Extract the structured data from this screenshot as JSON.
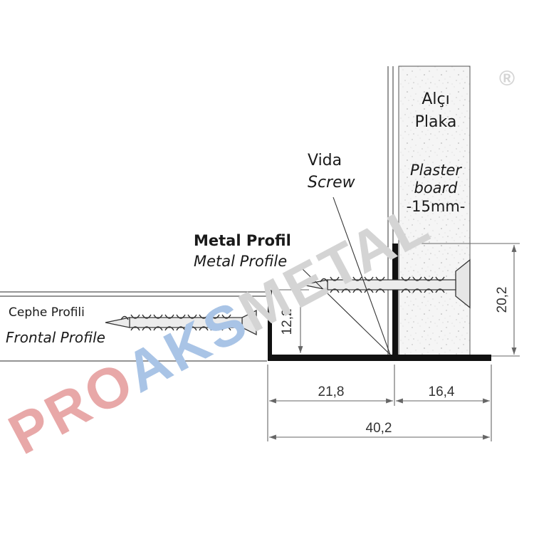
{
  "labels": {
    "plaster_tr": "Alçı",
    "plaster_tr2": "Plaka",
    "plaster_en": "Plaster",
    "plaster_en2": "board",
    "plaster_thickness": "-15mm-",
    "screw_tr": "Vida",
    "screw_en": "Screw",
    "profile_tr": "Metal Profil",
    "profile_en": "Metal Profile",
    "frontal_tr": "Cephe Profili",
    "frontal_en": "Frontal Profile"
  },
  "dimensions": {
    "left_height": "12,2",
    "right_height": "20,2",
    "left_width": "21,8",
    "right_width": "16,4",
    "total_width": "40,2"
  },
  "watermark": {
    "part1": "PRO",
    "part2": "AKS",
    "part3": "METAL",
    "registered": "®"
  },
  "colors": {
    "watermark_red": "#e8a8a8",
    "watermark_blue": "#a9c4e6",
    "watermark_gray": "#d4d4d4",
    "line": "#1a1a1a"
  }
}
